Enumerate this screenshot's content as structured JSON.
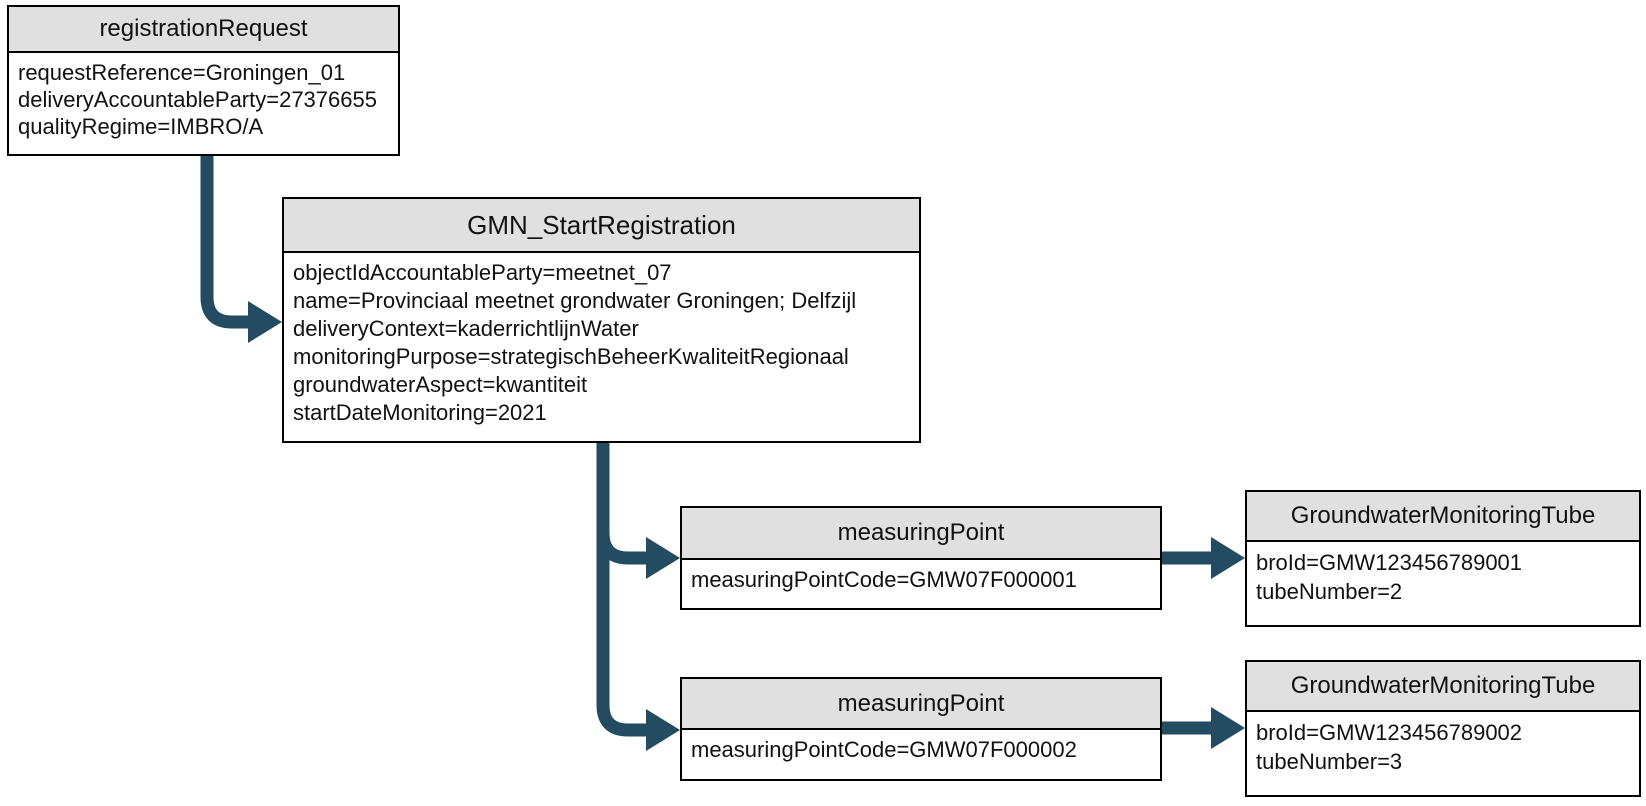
{
  "diagram": {
    "colors": {
      "arrow": "#234B61",
      "header_bg": "#E0E0E0",
      "border": "#000000",
      "background": "#FFFFFF"
    },
    "nodes": {
      "registration_request": {
        "title": "registrationRequest",
        "attributes": [
          "requestReference=Groningen_01",
          "deliveryAccountableParty=27376655",
          "qualityRegime=IMBRO/A"
        ]
      },
      "gmn_start_registration": {
        "title": "GMN_StartRegistration",
        "attributes": [
          "objectIdAccountableParty=meetnet_07",
          "name=Provinciaal meetnet grondwater Groningen; Delfzijl",
          "deliveryContext=kaderrichtlijnWater",
          "monitoringPurpose=strategischBeheerKwaliteitRegionaal",
          "groundwaterAspect=kwantiteit",
          "startDateMonitoring=2021"
        ]
      },
      "measuring_point_1": {
        "title": "measuringPoint",
        "attributes": [
          "measuringPointCode=GMW07F000001"
        ]
      },
      "measuring_point_2": {
        "title": "measuringPoint",
        "attributes": [
          "measuringPointCode=GMW07F000002"
        ]
      },
      "tube_1": {
        "title": "GroundwaterMonitoringTube",
        "attributes": [
          "broId=GMW123456789001",
          "tubeNumber=2"
        ]
      },
      "tube_2": {
        "title": "GroundwaterMonitoringTube",
        "attributes": [
          "broId=GMW123456789002",
          "tubeNumber=3"
        ]
      }
    },
    "connections": [
      {
        "from": "registration_request",
        "to": "gmn_start_registration"
      },
      {
        "from": "gmn_start_registration",
        "to": "measuring_point_1"
      },
      {
        "from": "gmn_start_registration",
        "to": "measuring_point_2"
      },
      {
        "from": "measuring_point_1",
        "to": "tube_1"
      },
      {
        "from": "measuring_point_2",
        "to": "tube_2"
      }
    ]
  }
}
